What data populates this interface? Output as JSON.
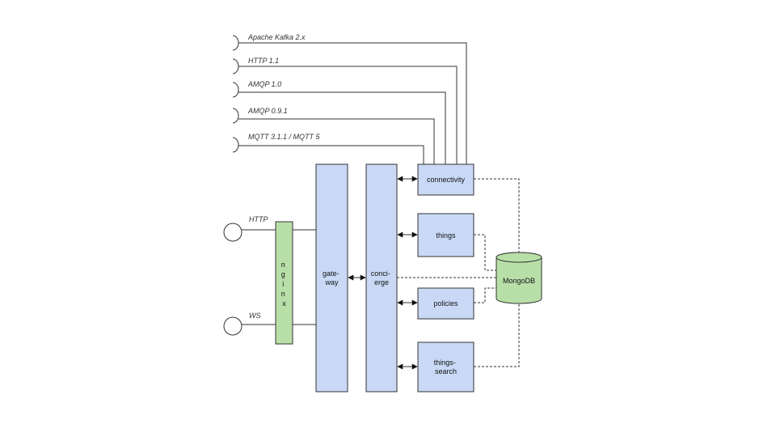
{
  "protocols": [
    "Apache Kafka 2.x",
    "HTTP 1.1",
    "AMQP 1.0",
    "AMQP 0.9.1",
    "MQTT  3.1.1 / MQTT 5"
  ],
  "entry_points": [
    "HTTP",
    "WS"
  ],
  "nginx": {
    "label": "n g i n x",
    "letters": [
      "n",
      "g",
      "i",
      "n",
      "x"
    ]
  },
  "gateway": {
    "line1": "gate-",
    "line2": "way"
  },
  "concierge": {
    "line1": "conci-",
    "line2": "erge"
  },
  "services": {
    "connectivity": "connectivity",
    "things": "things",
    "policies": "policies",
    "things_search": {
      "line1": "things-",
      "line2": "search"
    }
  },
  "database": "MongoDB",
  "colors": {
    "service_fill": "#c9d9f5",
    "nginx_fill": "#b9dfa9",
    "db_fill": "#b9dfa9",
    "stroke": "#333333"
  }
}
